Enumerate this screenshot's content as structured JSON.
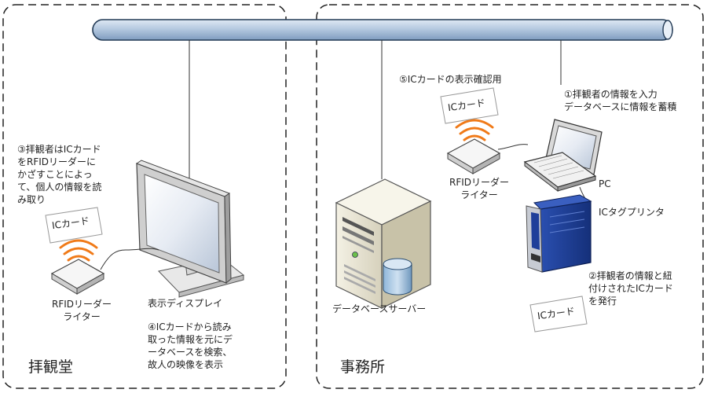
{
  "zones": {
    "left_name": "拝観堂",
    "right_name": "事務所"
  },
  "devices": {
    "display_label": "表示ディスプレイ",
    "db_server_label": "データベースサーバー",
    "pc_label": "PC",
    "tag_printer_label": "ICタグプリンタ",
    "reader_left_label": "RFIDリーダー\nライター",
    "reader_right_label": "RFIDリーダー\nライター"
  },
  "cards": {
    "card_left": "ICカード",
    "card_top": "ICカード",
    "card_bottom": "ICカード"
  },
  "annotations": {
    "step1": "①拝観者の情報を入力\nデータベースに情報を蓄積",
    "step2": "②拝観者の情報と紐\n付けされたICカード\nを発行",
    "step3": "③拝観者はICカード\nをRFIDリーダーに\nかざすことによっ\nて、個人の情報を読\nみ取り",
    "step4": "④ICカードから読み\n取った情報を元にデ\nータベースを検索、\n故人の映像を表示",
    "step5": "⑤ICカードの表示確認用"
  },
  "colors": {
    "bus_fill": "#b7cbe2",
    "bus_stroke": "#223a55",
    "printer_blue": "#1f3f9a",
    "wave": "#f07a18",
    "zone_border": "#222222"
  }
}
